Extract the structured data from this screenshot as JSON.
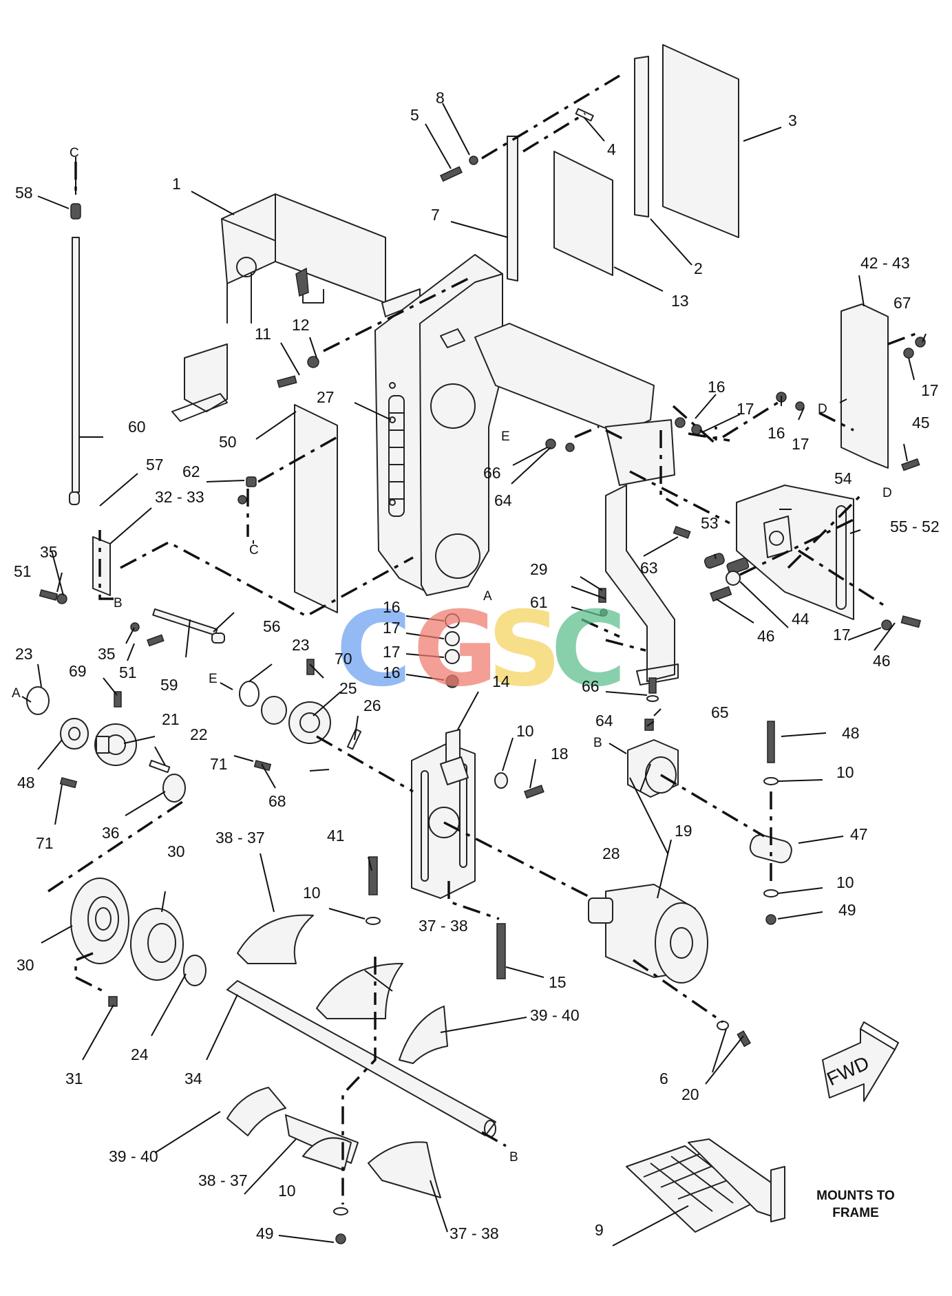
{
  "watermark": {
    "letters": [
      "C",
      "G",
      "S",
      "C"
    ],
    "colors": [
      "#6aa0f0",
      "#ef7b6d",
      "#f4d25c",
      "#5bbf8b"
    ]
  },
  "callouts": [
    {
      "id": "c1",
      "text": "1"
    },
    {
      "id": "c2",
      "text": "2"
    },
    {
      "id": "c3",
      "text": "3"
    },
    {
      "id": "c4",
      "text": "4"
    },
    {
      "id": "c5",
      "text": "5"
    },
    {
      "id": "c6",
      "text": "6"
    },
    {
      "id": "c7",
      "text": "7"
    },
    {
      "id": "c8",
      "text": "8"
    },
    {
      "id": "c9",
      "text": "9"
    },
    {
      "id": "c10a",
      "text": "10"
    },
    {
      "id": "c10b",
      "text": "10"
    },
    {
      "id": "c10c",
      "text": "10"
    },
    {
      "id": "c10d",
      "text": "10"
    },
    {
      "id": "c10e",
      "text": "10"
    },
    {
      "id": "c11",
      "text": "11"
    },
    {
      "id": "c12",
      "text": "12"
    },
    {
      "id": "c13",
      "text": "13"
    },
    {
      "id": "c14",
      "text": "14"
    },
    {
      "id": "c15",
      "text": "15"
    },
    {
      "id": "c16a",
      "text": "16"
    },
    {
      "id": "c16b",
      "text": "16"
    },
    {
      "id": "c16c",
      "text": "16"
    },
    {
      "id": "c16d",
      "text": "16"
    },
    {
      "id": "c17a",
      "text": "17"
    },
    {
      "id": "c17b",
      "text": "17"
    },
    {
      "id": "c17c",
      "text": "17"
    },
    {
      "id": "c17d",
      "text": "17"
    },
    {
      "id": "c17e",
      "text": "17"
    },
    {
      "id": "c17f",
      "text": "17"
    },
    {
      "id": "c18",
      "text": "18"
    },
    {
      "id": "c19",
      "text": "19"
    },
    {
      "id": "c20",
      "text": "20"
    },
    {
      "id": "c21",
      "text": "21"
    },
    {
      "id": "c22",
      "text": "22"
    },
    {
      "id": "c23a",
      "text": "23"
    },
    {
      "id": "c23b",
      "text": "23"
    },
    {
      "id": "c24",
      "text": "24"
    },
    {
      "id": "c25",
      "text": "25"
    },
    {
      "id": "c26",
      "text": "26"
    },
    {
      "id": "c27",
      "text": "27"
    },
    {
      "id": "c28",
      "text": "28"
    },
    {
      "id": "c29",
      "text": "29"
    },
    {
      "id": "c30a",
      "text": "30"
    },
    {
      "id": "c30b",
      "text": "30"
    },
    {
      "id": "c31",
      "text": "31"
    },
    {
      "id": "c32",
      "text": "32 - 33"
    },
    {
      "id": "c34",
      "text": "34"
    },
    {
      "id": "c35a",
      "text": "35"
    },
    {
      "id": "c35b",
      "text": "35"
    },
    {
      "id": "c36",
      "text": "36"
    },
    {
      "id": "c37a",
      "text": "37 - 38"
    },
    {
      "id": "c37b",
      "text": "37 - 38"
    },
    {
      "id": "c38a",
      "text": "38 - 37"
    },
    {
      "id": "c38b",
      "text": "38 - 37"
    },
    {
      "id": "c39a",
      "text": "39 - 40"
    },
    {
      "id": "c39b",
      "text": "39 - 40"
    },
    {
      "id": "c41",
      "text": "41"
    },
    {
      "id": "c42",
      "text": "42 - 43"
    },
    {
      "id": "c44",
      "text": "44"
    },
    {
      "id": "c45",
      "text": "45"
    },
    {
      "id": "c46a",
      "text": "46"
    },
    {
      "id": "c46b",
      "text": "46"
    },
    {
      "id": "c47",
      "text": "47"
    },
    {
      "id": "c48a",
      "text": "48"
    },
    {
      "id": "c48b",
      "text": "48"
    },
    {
      "id": "c49a",
      "text": "49"
    },
    {
      "id": "c49b",
      "text": "49"
    },
    {
      "id": "c50",
      "text": "50"
    },
    {
      "id": "c51a",
      "text": "51"
    },
    {
      "id": "c51b",
      "text": "51"
    },
    {
      "id": "c53",
      "text": "53"
    },
    {
      "id": "c54",
      "text": "54"
    },
    {
      "id": "c55",
      "text": "55 - 52"
    },
    {
      "id": "c56",
      "text": "56"
    },
    {
      "id": "c57",
      "text": "57"
    },
    {
      "id": "c58",
      "text": "58"
    },
    {
      "id": "c59",
      "text": "59"
    },
    {
      "id": "c60",
      "text": "60"
    },
    {
      "id": "c61",
      "text": "61"
    },
    {
      "id": "c62",
      "text": "62"
    },
    {
      "id": "c63",
      "text": "63"
    },
    {
      "id": "c64a",
      "text": "64"
    },
    {
      "id": "c64b",
      "text": "64"
    },
    {
      "id": "c65",
      "text": "65"
    },
    {
      "id": "c66a",
      "text": "66"
    },
    {
      "id": "c66b",
      "text": "66"
    },
    {
      "id": "c67",
      "text": "67"
    },
    {
      "id": "c68",
      "text": "68"
    },
    {
      "id": "c69",
      "text": "69"
    },
    {
      "id": "c70",
      "text": "70"
    },
    {
      "id": "c71a",
      "text": "71"
    },
    {
      "id": "c71b",
      "text": "71"
    }
  ],
  "reference_letters": [
    {
      "id": "lC1",
      "text": "C"
    },
    {
      "id": "lC2",
      "text": "C"
    },
    {
      "id": "lA1",
      "text": "A"
    },
    {
      "id": "lA2",
      "text": "A"
    },
    {
      "id": "lB1",
      "text": "B"
    },
    {
      "id": "lB2",
      "text": "B"
    },
    {
      "id": "lB3",
      "text": "B"
    },
    {
      "id": "lD1",
      "text": "D"
    },
    {
      "id": "lD2",
      "text": "D"
    },
    {
      "id": "lE1",
      "text": "E"
    },
    {
      "id": "lE2",
      "text": "E"
    }
  ],
  "direction_arrow": {
    "label": "FWD"
  },
  "note": {
    "line1": "MOUNTS TO",
    "line2": "FRAME"
  }
}
